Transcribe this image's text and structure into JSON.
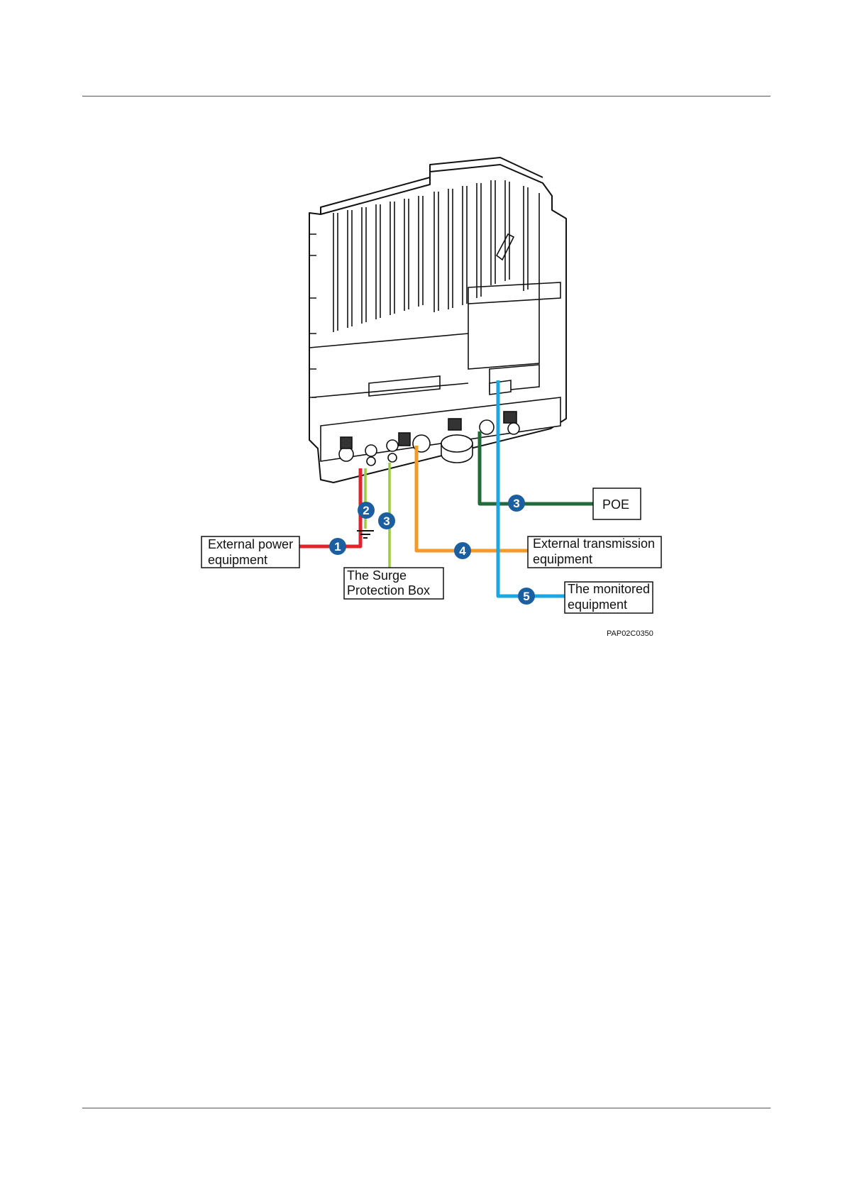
{
  "figure": {
    "id_label": "PAP02C0350",
    "labels": {
      "external_power": [
        "External power",
        " equipment"
      ],
      "surge_box": [
        "The Surge",
        "Protection Box"
      ],
      "poe": [
        "POE"
      ],
      "external_transmission": [
        "External transmission",
        " equipment"
      ],
      "monitored": [
        "The monitored",
        " equipment"
      ]
    },
    "callouts": {
      "c1": "1",
      "c2": "2",
      "c3_ground": "3",
      "c3_poe": "3",
      "c4": "4",
      "c5": "5"
    },
    "cable_colors": {
      "power": "#e2232b",
      "ground": "#9ccc3c",
      "poe": "#1f6b3a",
      "transmission": "#f39a2a",
      "monitor": "#1aa7e4",
      "callout": "#1c5fa0"
    }
  }
}
